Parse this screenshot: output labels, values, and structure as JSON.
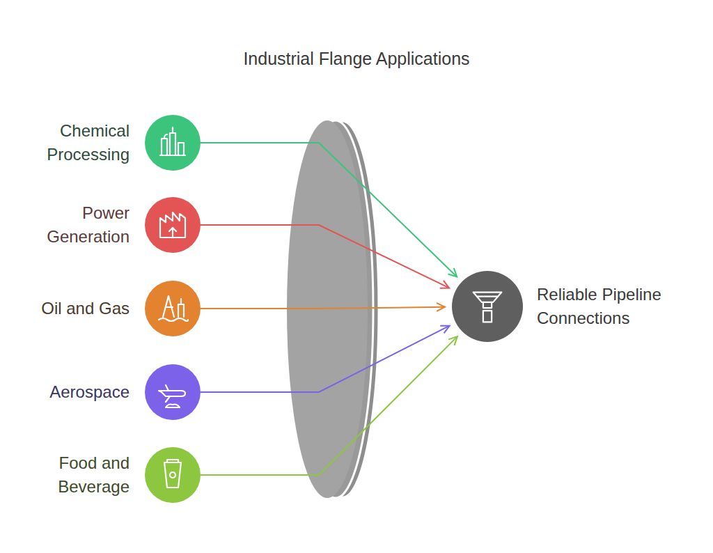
{
  "diagram": {
    "title": "Industrial Flange Applications",
    "nodes": [
      {
        "text": [
          "Chemical Processing"
        ]
      },
      {
        "text": [
          "Power Generation"
        ]
      },
      {
        "text": [
          "Oil and Gas"
        ]
      },
      {
        "text": [
          "Aerospace"
        ]
      },
      {
        "text": [
          "Food and Beverage"
        ]
      },
      {
        "text": [
          "Reliable Pipeline Connections"
        ]
      }
    ],
    "edges": [
      {
        "from": 0,
        "to": 5,
        "arrow": "to"
      },
      {
        "from": 1,
        "to": 5,
        "arrow": "to"
      },
      {
        "from": 2,
        "to": 5,
        "arrow": "to"
      },
      {
        "from": 3,
        "to": 5,
        "arrow": "to"
      },
      {
        "from": 4,
        "to": 5,
        "arrow": "to"
      }
    ]
  }
}
